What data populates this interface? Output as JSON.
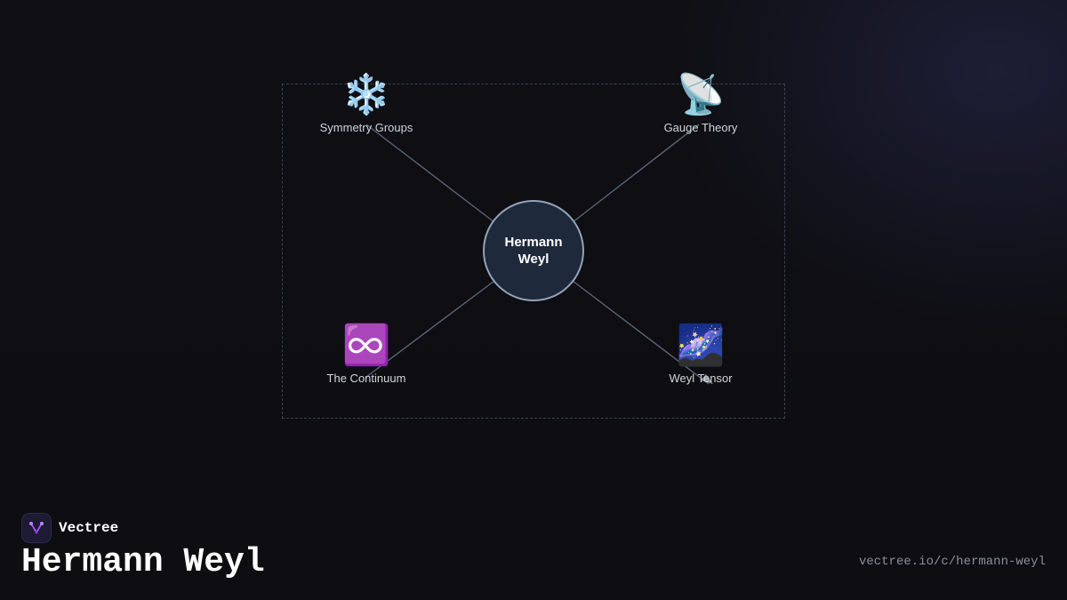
{
  "center": {
    "label": "Hermann Weyl"
  },
  "nodes": [
    {
      "id": "symmetry",
      "icon": "snowflake-icon",
      "glyph": "❄️",
      "label": "Symmetry Groups"
    },
    {
      "id": "gauge",
      "icon": "satellite-antenna-icon",
      "glyph": "📡",
      "label": "Gauge Theory"
    },
    {
      "id": "continuum",
      "icon": "infinity-icon",
      "glyph": "♾️",
      "label": "The Continuum"
    },
    {
      "id": "weyl",
      "icon": "milky-way-icon",
      "glyph": "🌌",
      "label": "Weyl Tensor"
    }
  ],
  "footer": {
    "brand": "Vectree",
    "title": "Hermann Weyl",
    "url": "vectree.io/c/hermann-weyl"
  },
  "colors": {
    "background": "#0f0f14",
    "center_fill": "#1e293b",
    "center_border": "#94a3b8",
    "edge": "#5b6473",
    "brand_accent": "#a855f7"
  }
}
